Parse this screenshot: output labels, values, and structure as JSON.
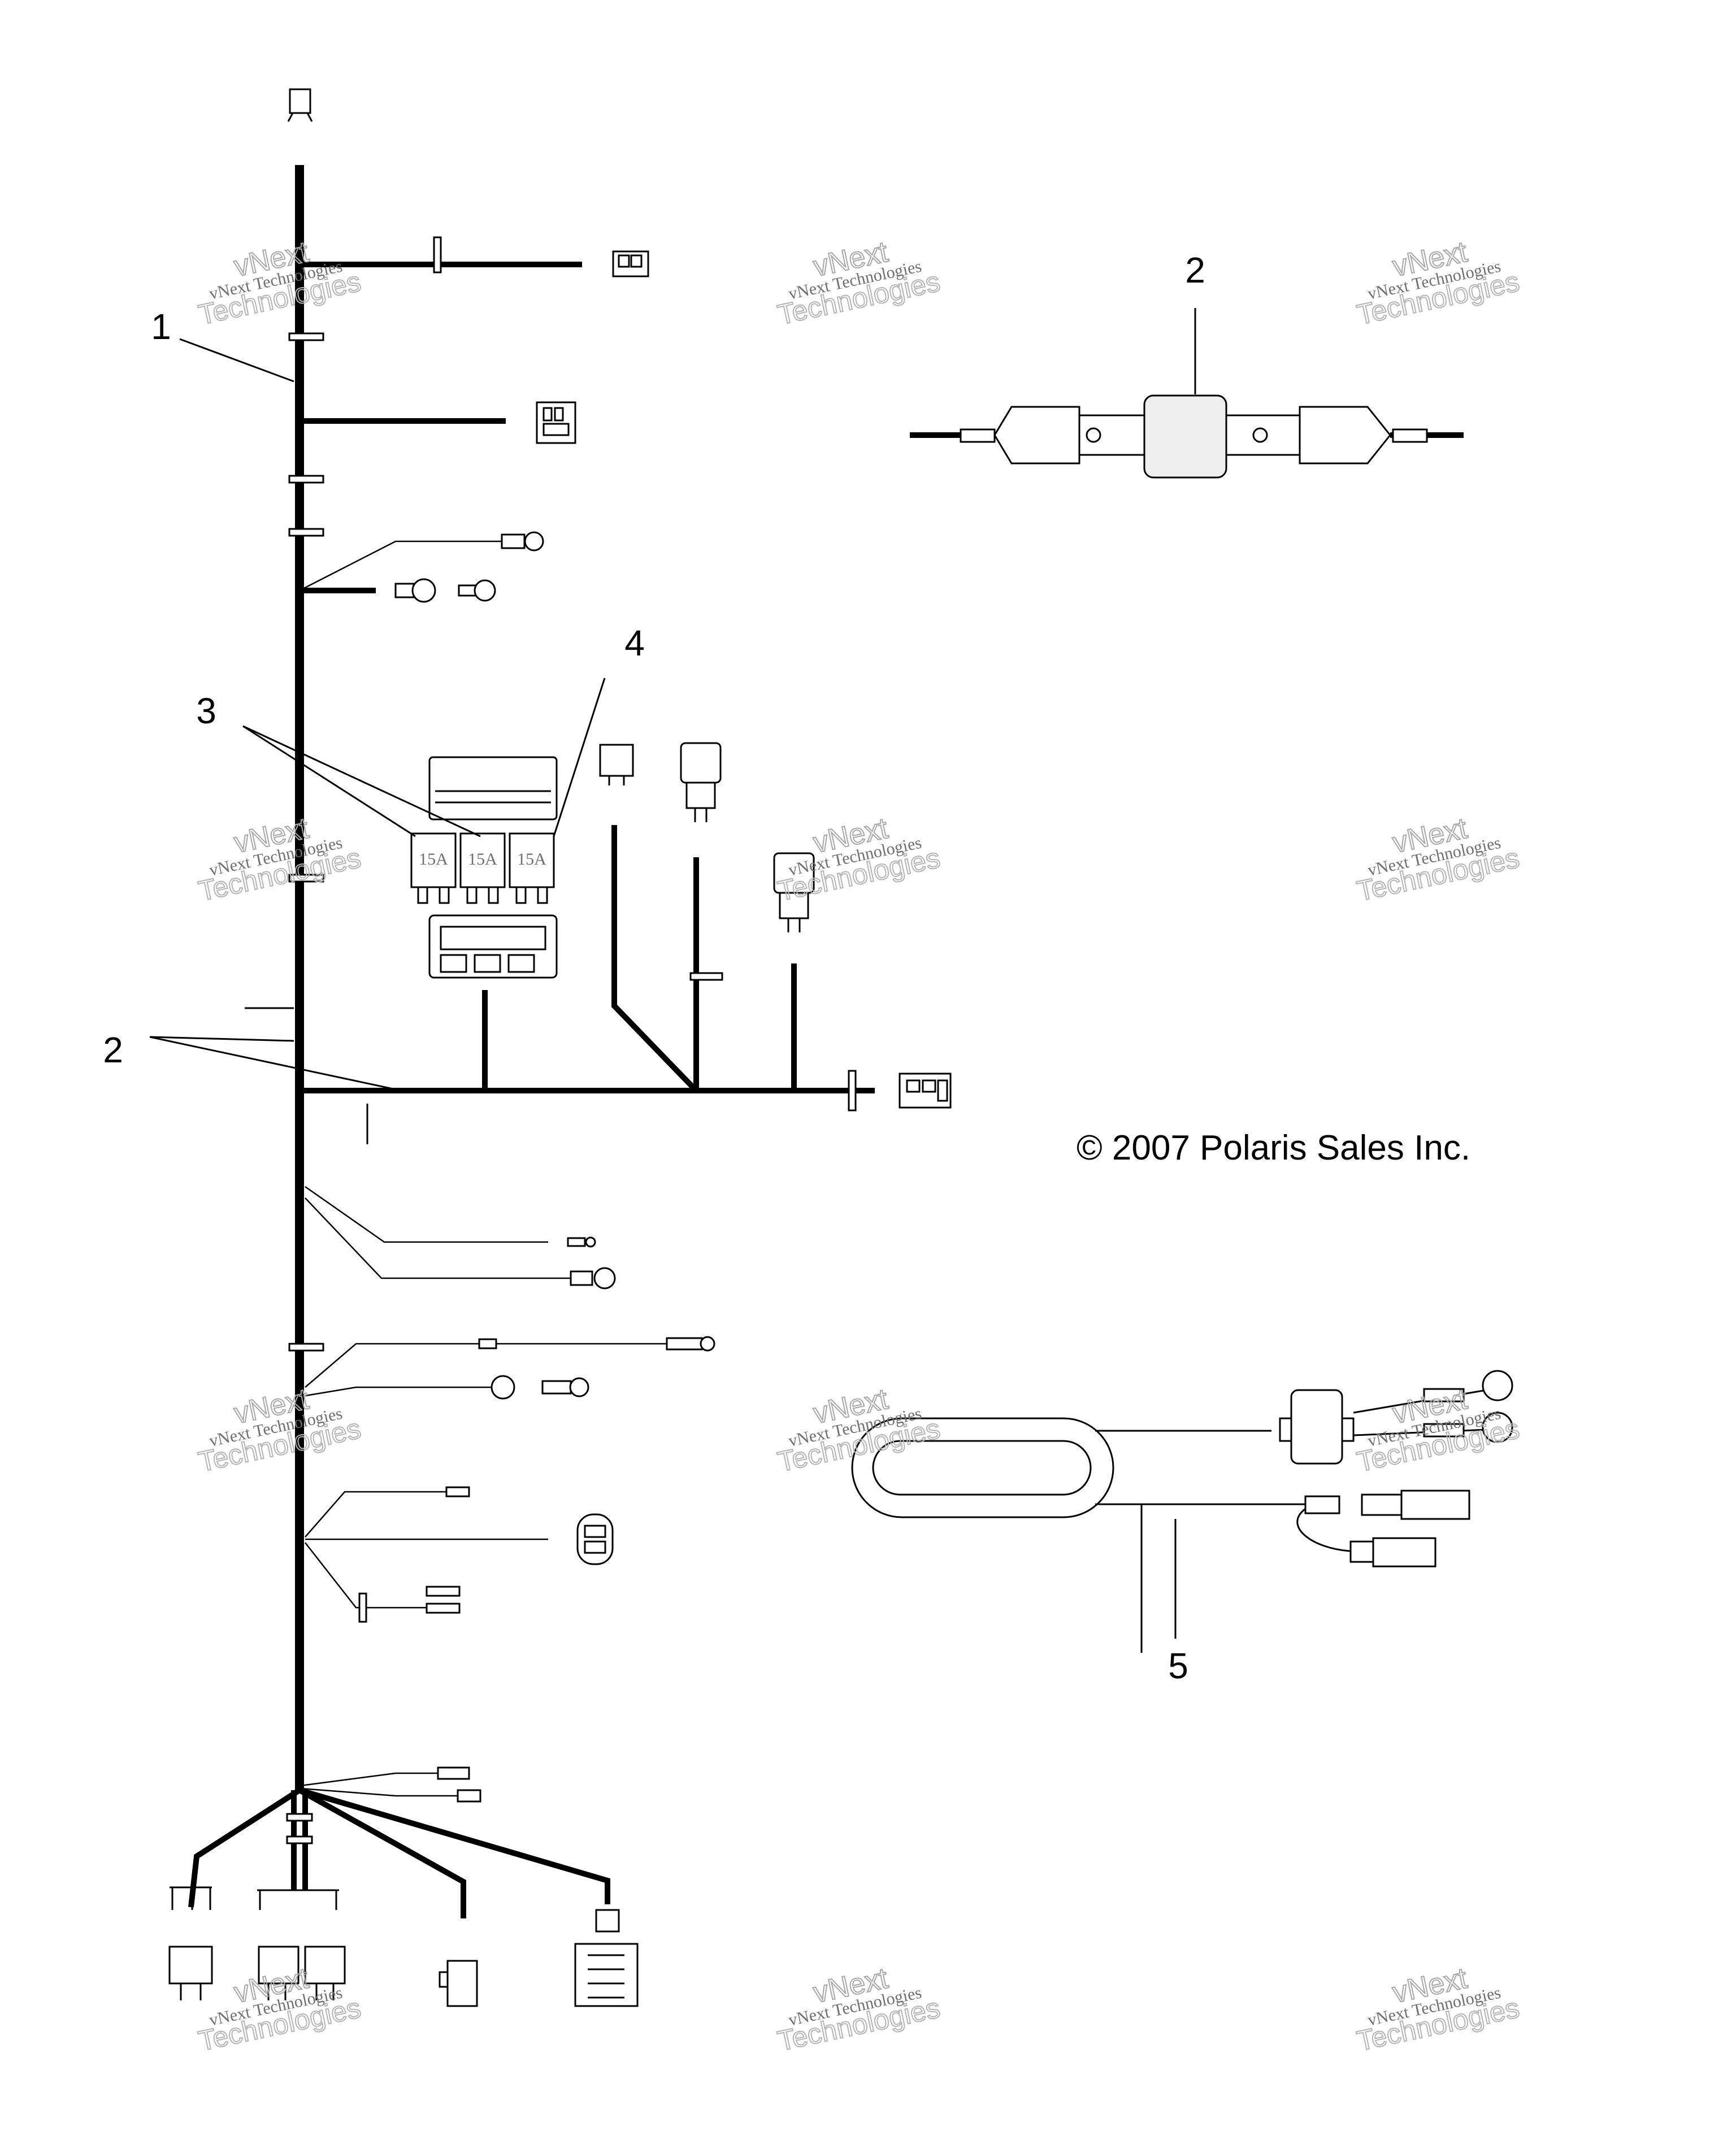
{
  "callouts": [
    "1",
    "2",
    "3",
    "4",
    "2",
    "5"
  ],
  "copyright": "© 2007 Polaris Sales Inc.",
  "fuse_label": "15A",
  "watermark": {
    "small": "vNext Technologies",
    "large_top": "vNext",
    "large_bottom": "Technologies"
  }
}
